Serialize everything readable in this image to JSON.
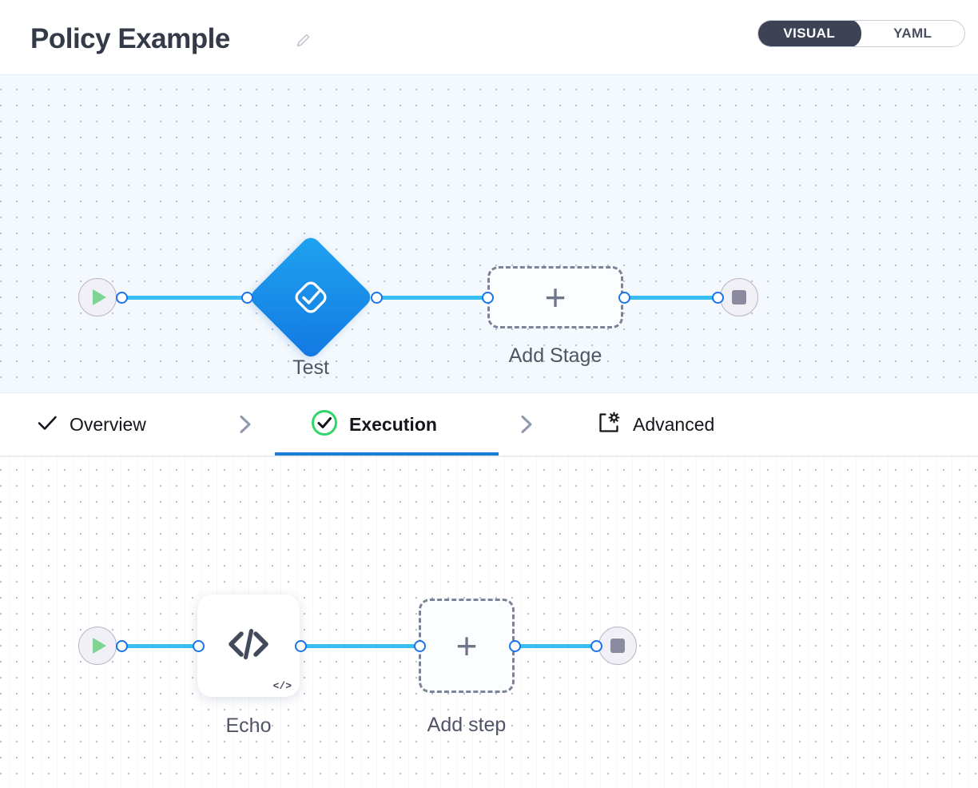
{
  "header": {
    "title": "Policy Example",
    "edit_icon": "pencil-icon",
    "mode_toggle": {
      "options": [
        "VISUAL",
        "YAML"
      ],
      "selected": "VISUAL"
    }
  },
  "stage_canvas": {
    "start_node": {
      "icon": "play-icon",
      "label": ""
    },
    "nodes": [
      {
        "name": "Test",
        "icon": "check-diamond-icon",
        "type": "stage"
      },
      {
        "name": "Add Stage",
        "icon": "plus-icon",
        "type": "add-stage"
      }
    ],
    "end_node": {
      "icon": "stop-icon",
      "label": ""
    }
  },
  "tabs": [
    {
      "label": "Overview",
      "icon": "check-icon",
      "active": false
    },
    {
      "label": "Execution",
      "icon": "check-circle-icon",
      "active": true
    },
    {
      "label": "Advanced",
      "icon": "window-gear-icon",
      "active": false
    }
  ],
  "tab_separator_icon": "chevron-right-icon",
  "step_canvas": {
    "start_node": {
      "icon": "play-icon"
    },
    "nodes": [
      {
        "name": "Echo",
        "icon": "code-icon",
        "badge": "</>",
        "type": "step"
      },
      {
        "name": "Add step",
        "icon": "plus-icon",
        "type": "add-step"
      }
    ],
    "end_node": {
      "icon": "stop-icon"
    }
  },
  "colors": {
    "accent_blue": "#1a7fd4",
    "link_blue": "#38bdf4",
    "node_blue": "#1378e2",
    "success_green": "#2fd66a",
    "play_green": "#7ed492",
    "toggle_dark": "#3d4254",
    "canvas_stage_bg": "#f4f9fd",
    "canvas_step_bg": "#ffffff"
  }
}
